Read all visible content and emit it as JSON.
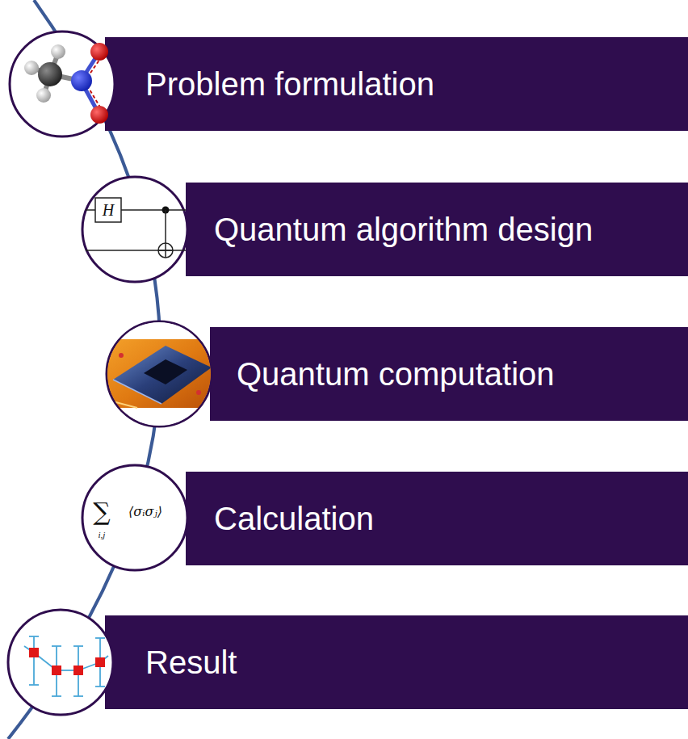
{
  "diagram": {
    "nodes": [
      {
        "text": [
          "Problem formulation"
        ]
      },
      {
        "text": [
          "Quantum algorithm design"
        ]
      },
      {
        "text": [
          "Quantum computation"
        ]
      },
      {
        "text": [
          "Calculation"
        ]
      },
      {
        "text": [
          "Result"
        ]
      }
    ],
    "labels": [
      "H",
      "∑",
      "i,j",
      "⟨σᵢσⱼ⟩"
    ]
  }
}
